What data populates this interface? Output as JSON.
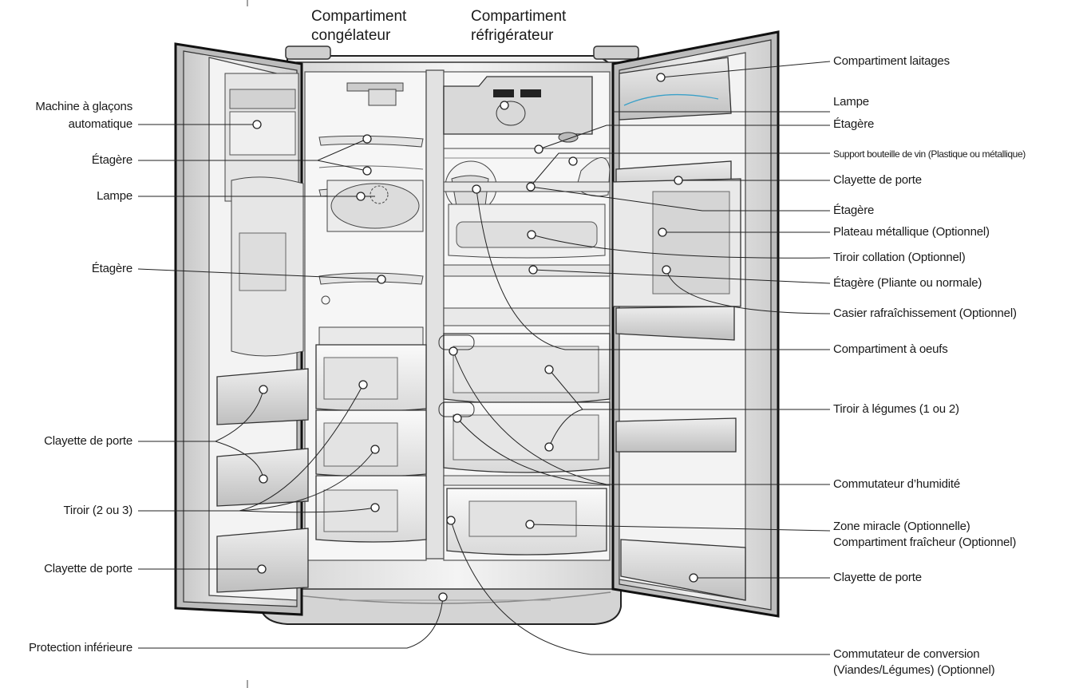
{
  "headers": {
    "freezer": [
      "Compartiment",
      "congélateur"
    ],
    "fridge": [
      "Compartiment",
      "réfrigérateur"
    ]
  },
  "left_labels": {
    "ice_maker": [
      "Machine à glaçons",
      "automatique"
    ],
    "shelf_1": "Étagère",
    "lamp": "Lampe",
    "shelf_2": "Étagère",
    "door_bin_1": "Clayette de porte",
    "drawer": "Tiroir (2 ou 3)",
    "door_bin_2": "Clayette de porte",
    "bottom_cover": "Protection inférieure"
  },
  "right_labels": {
    "dairy": "Compartiment laitages",
    "lamp": "Lampe",
    "shelf_1": "Étagère",
    "wine_rack": "Support bouteille de vin (Plastique ou métallique)",
    "door_bin_1": "Clayette de porte",
    "shelf_2": "Étagère",
    "metal_tray": "Plateau métallique (Optionnel)",
    "snack_drawer": "Tiroir collation (Optionnel)",
    "shelf_3": "Étagère (Pliante ou normale)",
    "cool_bin": "Casier rafraîchissement (Optionnel)",
    "egg_box": "Compartiment à oeufs",
    "vegetable_drawer": "Tiroir à légumes (1 ou 2)",
    "humidity_switch": "Commutateur d’humidité",
    "miracle_zone": [
      "Zone miracle (Optionnelle)",
      "Compartiment fraîcheur (Optionnel)"
    ],
    "door_bin_2": "Clayette de porte",
    "conversion_switch": [
      "Commutateur de conversion",
      "(Viandes/Légumes) (Optionnel)"
    ]
  }
}
